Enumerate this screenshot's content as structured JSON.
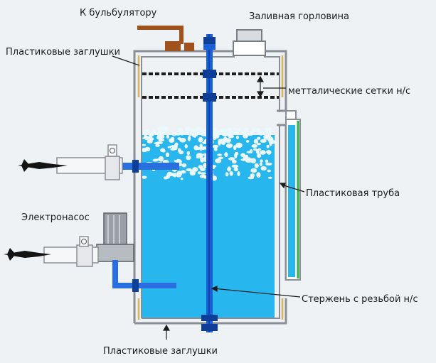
{
  "labels": {
    "bubbler": "К бульбулятору",
    "filler_neck": "Заливная горловина",
    "plastic_plugs_top": "Пластиковые заглушки",
    "metal_meshes": "метталические сетки н/с",
    "plastic_tube": "Пластиковая труба",
    "electric_pump": "Электронасос",
    "threaded_rod": "Стержень с резьбой н/с",
    "plastic_plugs_bottom": "Пластиковые заглушки"
  },
  "colors": {
    "water": "#27b6ee",
    "water_dark": "#1e9ed8",
    "foam": "#eaf8ff",
    "rod": "#1b5fd6",
    "rod_dark": "#0d3f99",
    "pipe": "#2a6fe0",
    "vessel_wall": "#8a8f96",
    "plug": "#d9b15a",
    "nozzle": "#a0511c",
    "tube_green": "#2db34a",
    "pump_body": "#9aa0a6"
  },
  "icons": {
    "left_nozzle_upper": "arrow-nozzle-icon",
    "left_nozzle_lower": "arrow-nozzle-icon",
    "pump": "electric-pump-icon"
  }
}
